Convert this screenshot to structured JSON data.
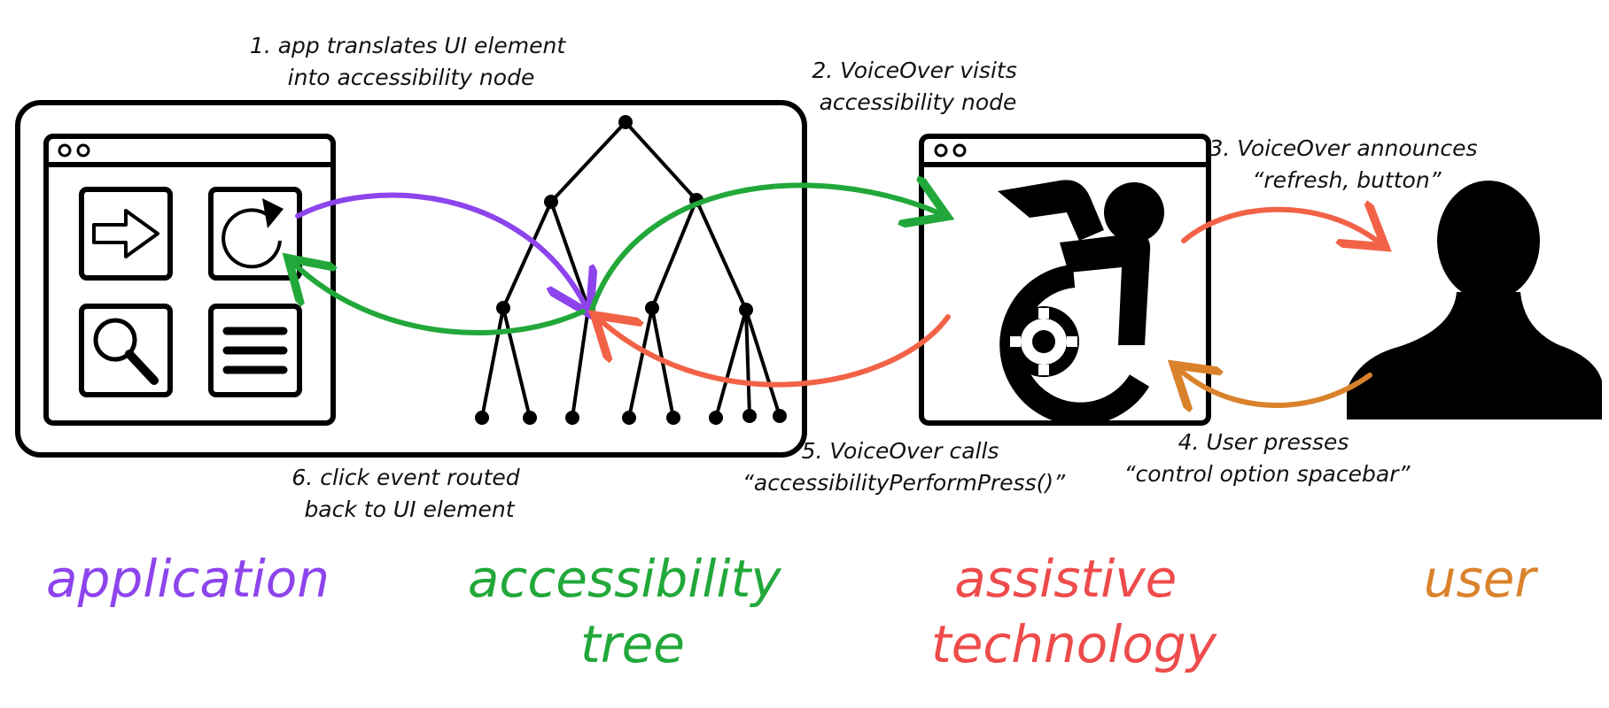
{
  "steps": {
    "step1": {
      "line1": "1. app translates UI element",
      "line2": "into accessibility node"
    },
    "step2": {
      "line1": "2. VoiceOver visits",
      "line2": "accessibility node"
    },
    "step3": {
      "line1": "3. VoiceOver announces",
      "line2": "“refresh, button”"
    },
    "step4": {
      "line1": "4. User presses",
      "line2": "“control option spacebar”"
    },
    "step5": {
      "line1": "5. VoiceOver calls",
      "line2": "“accessibilityPerformPress()”"
    },
    "step6": {
      "line1": "6. click event routed",
      "line2": "back to UI element"
    }
  },
  "legend": {
    "application": "application",
    "accessibility_tree_line1": "accessibility",
    "accessibility_tree_line2": "tree",
    "assistive_tech_line1": "assistive",
    "assistive_tech_line2": "technology",
    "user": "user"
  },
  "icons": {
    "app_buttons": [
      "arrow-right-icon",
      "refresh-icon",
      "search-icon",
      "menu-icon"
    ],
    "assistive": "wheelchair-gear-icon",
    "user": "person-silhouette-icon"
  },
  "colors": {
    "application": "#8e44ec",
    "accessibility_tree": "#22a83a",
    "assistive_technology": "#ee4b4b",
    "user": "#d9822b",
    "announce_arrow": "#f26247"
  }
}
